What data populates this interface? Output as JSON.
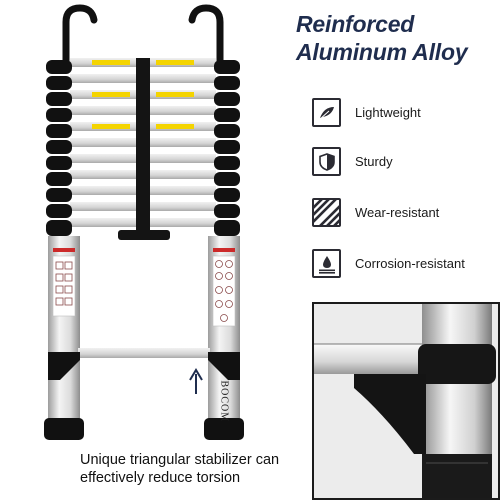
{
  "heading": {
    "line1": "Reinforced",
    "line2": "Aluminum Alloy"
  },
  "features": [
    {
      "icon": "feather-icon",
      "label": "Lightweight"
    },
    {
      "icon": "shield-icon",
      "label": "Sturdy"
    },
    {
      "icon": "stripes-icon",
      "label": "Wear-resistant"
    },
    {
      "icon": "droplet-icon",
      "label": "Corrosion-resistant"
    }
  ],
  "product": {
    "brand": "BOCOM"
  },
  "caption": {
    "line1": "Unique triangular stabilizer can",
    "line2": "effectively reduce torsion"
  },
  "colors": {
    "heading": "#1f2d4e",
    "rung": "#d9d9d9",
    "hinge": "#111111",
    "warning": "#f4d400",
    "accent_red": "#cc2a2a"
  }
}
